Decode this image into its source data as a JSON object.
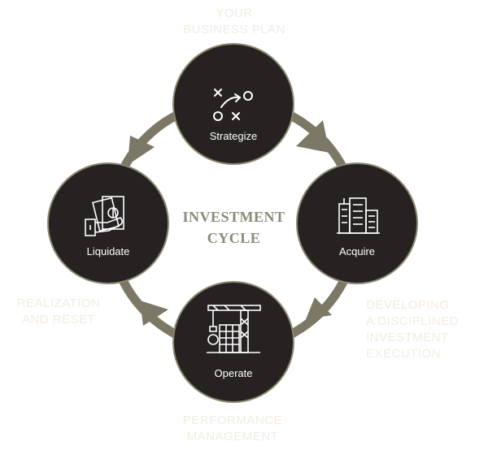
{
  "top_label": [
    "YOUR",
    "BUSINESS PLAN"
  ],
  "left_label": [
    "REALIZATION",
    "AND RESET"
  ],
  "right_label": [
    "DEVELOPING",
    "A DISCIPLINED",
    "INVESTMENT",
    "EXECUTION"
  ],
  "bottom_label": [
    "PERFORMANCE",
    "MANAGEMENT"
  ],
  "center_title": [
    "INVESTMENT",
    "CYCLE"
  ],
  "nodes": {
    "strategize": {
      "label": "Strategize",
      "icon": "strategy-play-icon"
    },
    "acquire": {
      "label": "Acquire",
      "icon": "buildings-icon"
    },
    "operate": {
      "label": "Operate",
      "icon": "construction-crane-icon"
    },
    "liquidate": {
      "label": "Liquidate",
      "icon": "cash-hand-icon"
    }
  },
  "colors": {
    "circle_fill": "#252221",
    "circle_border": "#8a8770",
    "ring": "#7b7866",
    "arrow": "#7b7866",
    "outer_text": "#f3ece2",
    "center_text": "#8a8a77"
  }
}
